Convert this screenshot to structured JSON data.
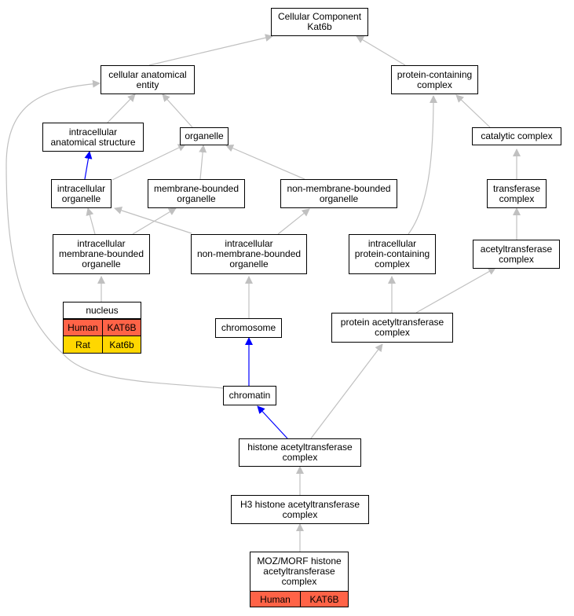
{
  "colors": {
    "edge_gray": "#c0c0c0",
    "edge_blue": "#0000ff",
    "human": "#ff6347",
    "rat": "#ffd700"
  },
  "nodes": {
    "cellular_component": "Cellular Component\nKat6b",
    "cellular_anatomical_entity": "cellular anatomical\nentity",
    "protein_containing_complex": "protein-containing\ncomplex",
    "intracellular_anatomical_structure": "intracellular\nanatomical structure",
    "organelle": "organelle",
    "catalytic_complex": "catalytic complex",
    "intracellular_organelle": "intracellular\norganelle",
    "membrane_bounded_organelle": "membrane-bounded\norganelle",
    "non_membrane_bounded_organelle": "non-membrane-bounded\norganelle",
    "transferase_complex": "transferase\ncomplex",
    "intracellular_membrane_bounded_organelle": "intracellular\nmembrane-bounded\norganelle",
    "intracellular_non_membrane_bounded_organelle": "intracellular\nnon-membrane-bounded\norganelle",
    "intracellular_protein_containing_complex": "intracellular\nprotein-containing\ncomplex",
    "acetyltransferase_complex": "acetyltransferase\ncomplex",
    "nucleus": "nucleus",
    "chromosome": "chromosome",
    "protein_acetyltransferase_complex": "protein acetyltransferase\ncomplex",
    "chromatin": "chromatin",
    "histone_acetyltransferase_complex": "histone acetyltransferase\ncomplex",
    "h3_histone_acetyltransferase_complex": "H3 histone acetyltransferase\ncomplex",
    "moz_morf_complex": "MOZ/MORF histone\nacetyltransferase\ncomplex"
  },
  "annotations": {
    "nucleus": [
      {
        "species": "Human",
        "gene": "KAT6B"
      },
      {
        "species": "Rat",
        "gene": "Kat6b"
      }
    ],
    "moz_morf_complex": [
      {
        "species": "Human",
        "gene": "KAT6B"
      }
    ]
  }
}
